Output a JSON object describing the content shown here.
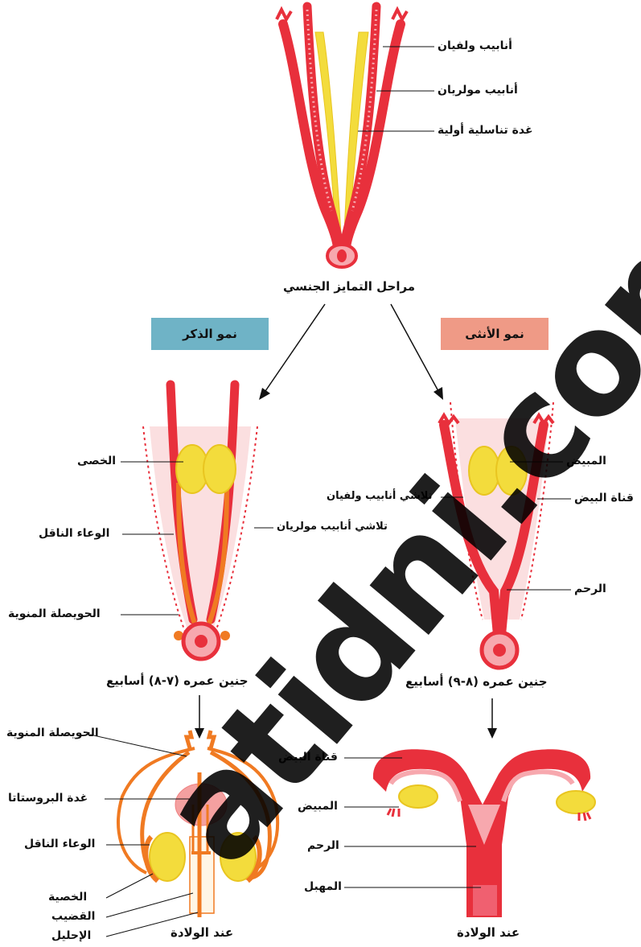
{
  "labels": {
    "top_wolffian": "أنابيب ولفيان",
    "top_mullerian": "أنابيب مولريان",
    "top_gonad": "غدة تناسلية أولية",
    "stages_title": "مراحل التمايز الجنسي",
    "male_box": "نمو الذكر",
    "female_box": "نمو الأنثى",
    "male_testes": "الخصى",
    "male_vas": "الوعاء الناقل",
    "male_seminal": "الحويصلة المنوية",
    "male_mullerian_fade": "تلاشي أنابيب مولريان",
    "male_embryo": "جنين عمره (٧-٨) أسابيع",
    "female_ovary": "المبيض",
    "female_wolffian_fade": "تلاشي أنابيب ولفيان",
    "female_oviduct": "قناة البيض",
    "female_uterus": "الرحم",
    "female_embryo": "جنين عمره (٨-٩) أسابيع",
    "birth_seminal": "الحويصلة المنوية",
    "birth_prostate": "غدة البروستاتا",
    "birth_vas": "الوعاء الناقل",
    "birth_testis": "الخصية",
    "birth_penis": "القضيب",
    "birth_urethra": "الإحليل",
    "birth_male_caption": "عند الولادة",
    "birth_oviduct": "قناة البيض",
    "birth_ovary": "المبيض",
    "birth_uterus": "الرحم",
    "birth_vagina": "المهبل",
    "birth_female_caption": "عند الولادة"
  },
  "watermark": "atidni.com",
  "colors": {
    "duct_red": "#e8303c",
    "duct_light": "#f7a8ae",
    "gonad_yellow": "#f3dc3c",
    "male_orange": "#f07a22",
    "male_box": "#6fb3c6",
    "female_box": "#ef9a86"
  }
}
